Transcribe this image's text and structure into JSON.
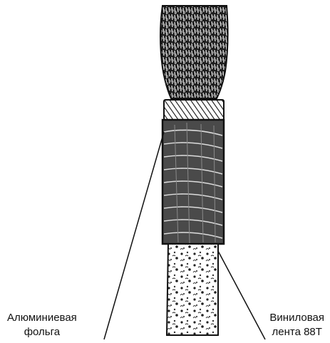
{
  "labels": {
    "foil": {
      "line1": "Алюминиевая",
      "line2": "фольга"
    },
    "tape": {
      "line1": "Виниловая",
      "line2": "лента 88Т"
    }
  },
  "colors": {
    "ink": "#111111",
    "background": "#ffffff",
    "shield_fill": "#3a3a3a",
    "tape_fill": "#5a5a5a"
  }
}
